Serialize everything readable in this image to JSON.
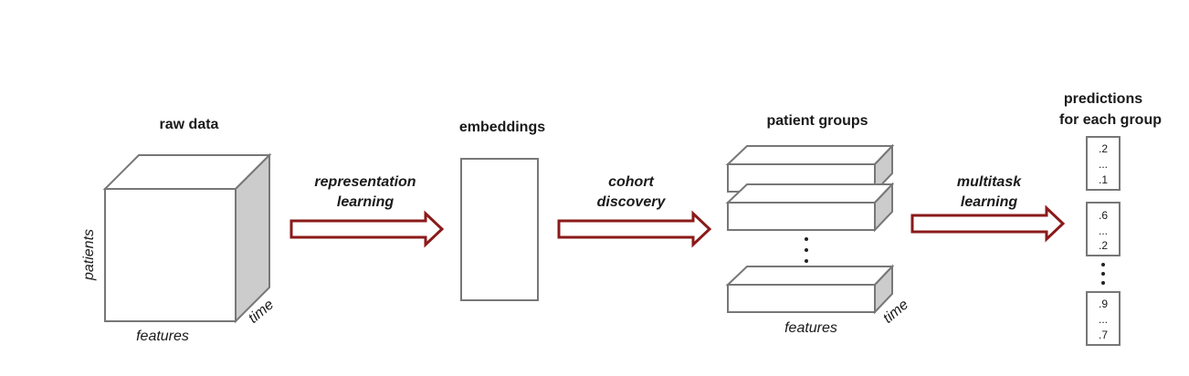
{
  "raw_data": {
    "title": "raw data",
    "axis_patients": "patients",
    "axis_features": "features",
    "axis_time": "time"
  },
  "step1": {
    "line1": "representation",
    "line2": "learning"
  },
  "embeddings": {
    "title": "embeddings"
  },
  "step2": {
    "line1": "cohort",
    "line2": "discovery"
  },
  "patient_groups": {
    "title": "patient groups",
    "axis_features": "features",
    "axis_time": "time"
  },
  "step3": {
    "line1": "multitask",
    "line2": "learning"
  },
  "predictions": {
    "title_line1": "predictions",
    "title_line2": "for each group",
    "boxes": [
      {
        "top": ".2",
        "mid": "...",
        "bottom": ".1"
      },
      {
        "top": ".6",
        "mid": "...",
        "bottom": ".2"
      },
      {
        "top": ".9",
        "mid": "...",
        "bottom": ".7"
      }
    ]
  },
  "colors": {
    "arrow": "#8b1a1a",
    "box_stroke": "#777777",
    "side_face": "#cccccc"
  }
}
